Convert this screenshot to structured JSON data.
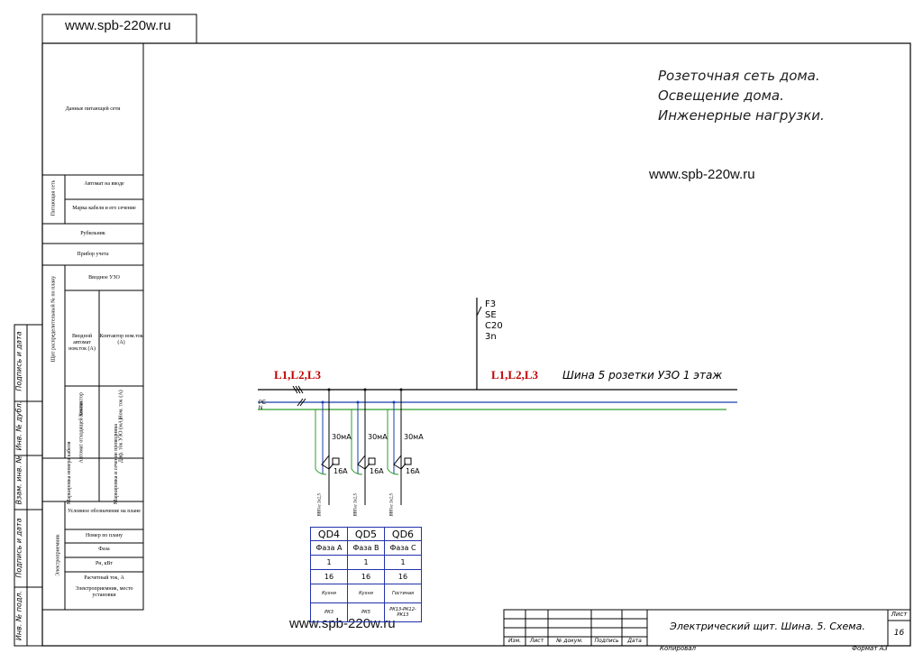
{
  "site_url": "www.spb-220w.ru",
  "notes": [
    "Розеточная сеть дома.",
    "Освещение дома.",
    "Инженерные нагрузки."
  ],
  "bus": {
    "phase_left": "L1,L2,L3",
    "phase_right": "L1,L2,L3",
    "name": "Шина 5 розетки УЗО 1 этаж",
    "pe_mark": "PE",
    "n_mark": "N"
  },
  "breaker": {
    "lines": [
      "F3",
      "SE",
      "C20",
      "3n"
    ]
  },
  "rcd": [
    {
      "sens": "30мА",
      "current": "16А",
      "cable": "ВВГнг 3х2,5"
    },
    {
      "sens": "30мА",
      "current": "16А",
      "cable": "ВВГнг 3х2,5"
    },
    {
      "sens": "30мА",
      "current": "16А",
      "cable": "ВВГнг 3х2,5"
    }
  ],
  "qd_table": {
    "names": [
      "QD4",
      "QD5",
      "QD6"
    ],
    "phases": [
      "Фаза A",
      "Фаза B",
      "Фаза C"
    ],
    "power": [
      "1",
      "1",
      "1"
    ],
    "current": [
      "16",
      "16",
      "16"
    ],
    "consumer": [
      "Кухня",
      "Кухня",
      "Гостиная"
    ],
    "place": [
      "РК3",
      "РК5",
      "РК13-РК12-РК13"
    ]
  },
  "left_panel": {
    "top": "Данные питающей сети",
    "group_power": "Питающая сеть",
    "auto_input": "Автомат на вводе",
    "cable_brand": "Марка кабеля и его сечение",
    "switch": "Рубильник",
    "meter": "Прибор учета",
    "input_rcd": "Вводное УЗО",
    "group_distr": "Щит распределительный № по плану",
    "input_auto_nom": "Вводной автомат ном.ток (А)",
    "contactor_nom": "Контактор ном.ток (А)",
    "contactor": "Контактор",
    "nom_current": "Ном. ток (А)",
    "auto_short": "Автомат отходящей линии",
    "dif_nom": "Диф. ток УЗО (мА)",
    "cable_label": "Маркировка и сечение проводника",
    "marking_label": "Маркировка номера кабеля",
    "group_consumer": "Электроприемник",
    "legend": "Условное обозначение на плане",
    "plan_no": "Номер по плану",
    "phase": "Фаза",
    "power_kw": "Рн, кВт",
    "calc_current": "Расчетный ток, А",
    "consumer_place": "Электроприемник, место установки"
  },
  "stamp_side": [
    "Подпись и дата",
    "Инв. № дубл.",
    "Взам. инв. №",
    "Подпись и дата",
    "Инв. № подл."
  ],
  "title_block": {
    "title": "Электрический щит. Шина. 5. Схема.",
    "sheet_label": "Лист",
    "sheet_no": "16",
    "cols": [
      "Изм.",
      "Лист",
      "№ докум.",
      "Подпись",
      "Дата"
    ],
    "copied": "Копировал",
    "format": "Формат  А3"
  }
}
